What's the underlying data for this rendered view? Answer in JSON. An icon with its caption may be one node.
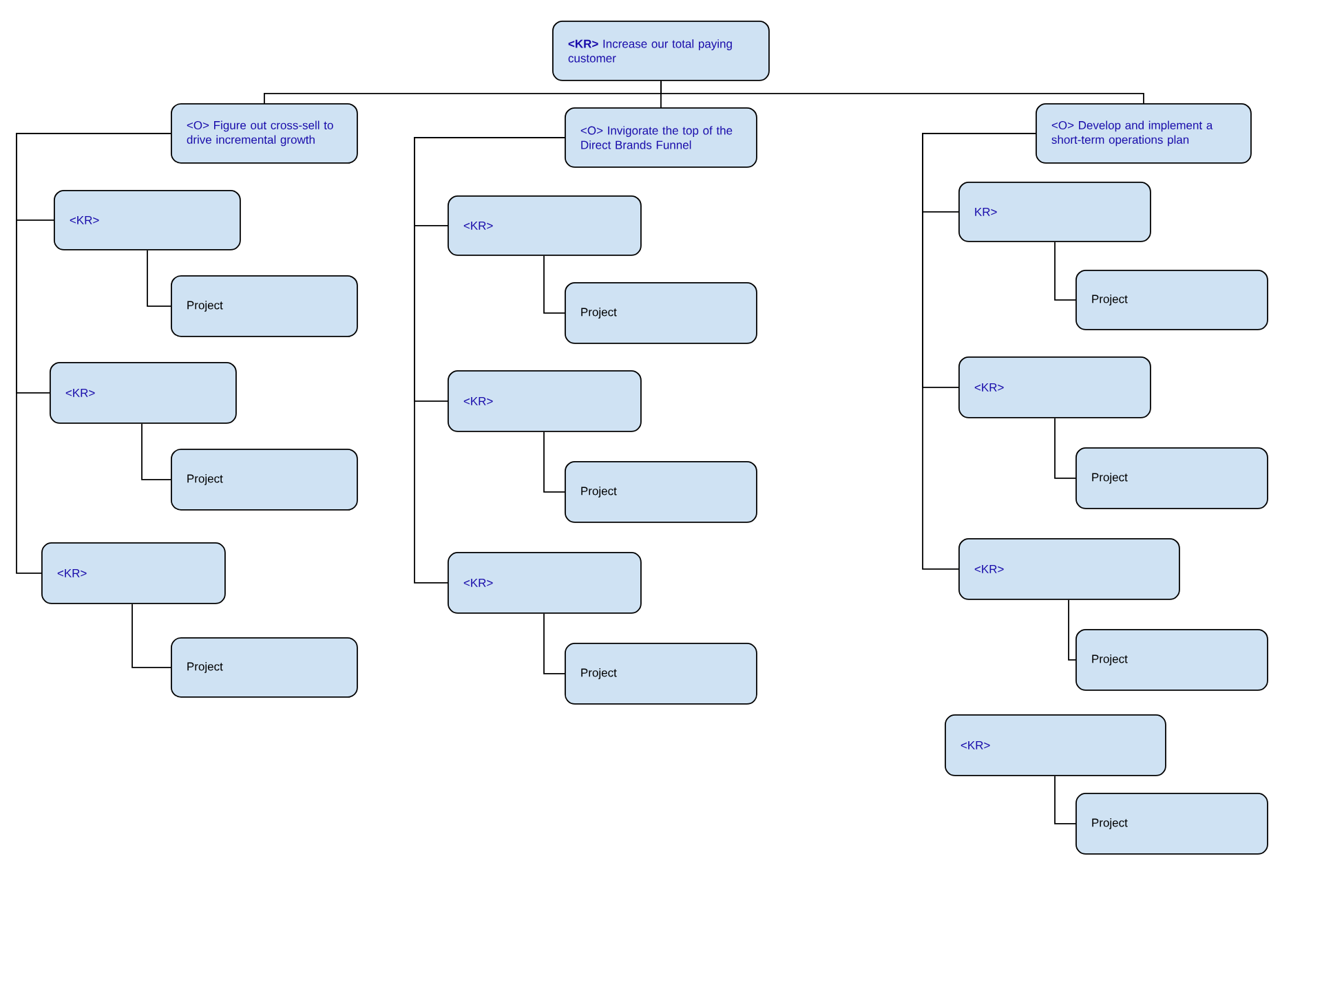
{
  "diagram": {
    "nodes": [
      {
        "text": [
          "**<KR>** Increase our total paying customer"
        ]
      },
      {
        "text": [
          "<O> Figure out cross-sell to drive incremental growth"
        ]
      },
      {
        "text": [
          "<O> Invigorate the top of the Direct Brands Funnel"
        ]
      },
      {
        "text": [
          "<O> Develop and implement a short-term operations plan"
        ]
      },
      {
        "text": [
          "<KR>"
        ]
      },
      {
        "text": [
          "Project"
        ]
      },
      {
        "text": [
          "<KR>"
        ]
      },
      {
        "text": [
          "Project"
        ]
      },
      {
        "text": [
          "<KR>"
        ]
      },
      {
        "text": [
          "Project"
        ]
      },
      {
        "text": [
          "<KR>"
        ]
      },
      {
        "text": [
          "Project"
        ]
      },
      {
        "text": [
          "<KR>"
        ]
      },
      {
        "text": [
          "Project"
        ]
      },
      {
        "text": [
          "<KR>"
        ]
      },
      {
        "text": [
          "Project"
        ]
      },
      {
        "text": [
          "KR>"
        ]
      },
      {
        "text": [
          "Project"
        ]
      },
      {
        "text": [
          "<KR>"
        ]
      },
      {
        "text": [
          "Project"
        ]
      },
      {
        "text": [
          "<KR>"
        ]
      },
      {
        "text": [
          "Project"
        ]
      },
      {
        "text": [
          "<KR>"
        ]
      },
      {
        "text": [
          "Project"
        ]
      }
    ],
    "edges": [
      {
        "from": 0,
        "to": 1,
        "arrow": "none"
      },
      {
        "from": 0,
        "to": 2,
        "arrow": "none"
      },
      {
        "from": 0,
        "to": 3,
        "arrow": "none"
      },
      {
        "from": 1,
        "to": 4,
        "arrow": "none"
      },
      {
        "from": 4,
        "to": 5,
        "arrow": "none"
      },
      {
        "from": 1,
        "to": 6,
        "arrow": "none"
      },
      {
        "from": 6,
        "to": 7,
        "arrow": "none"
      },
      {
        "from": 1,
        "to": 8,
        "arrow": "none"
      },
      {
        "from": 8,
        "to": 9,
        "arrow": "none"
      },
      {
        "from": 2,
        "to": 10,
        "arrow": "none"
      },
      {
        "from": 10,
        "to": 11,
        "arrow": "none"
      },
      {
        "from": 2,
        "to": 12,
        "arrow": "none"
      },
      {
        "from": 12,
        "to": 13,
        "arrow": "none"
      },
      {
        "from": 2,
        "to": 14,
        "arrow": "none"
      },
      {
        "from": 14,
        "to": 15,
        "arrow": "none"
      },
      {
        "from": 3,
        "to": 16,
        "arrow": "none"
      },
      {
        "from": 16,
        "to": 17,
        "arrow": "none"
      },
      {
        "from": 3,
        "to": 18,
        "arrow": "none"
      },
      {
        "from": 18,
        "to": 19,
        "arrow": "none"
      },
      {
        "from": 3,
        "to": 20,
        "arrow": "none"
      },
      {
        "from": 20,
        "to": 21,
        "arrow": "none"
      },
      {
        "from": 22,
        "to": 23,
        "arrow": "none"
      }
    ]
  }
}
